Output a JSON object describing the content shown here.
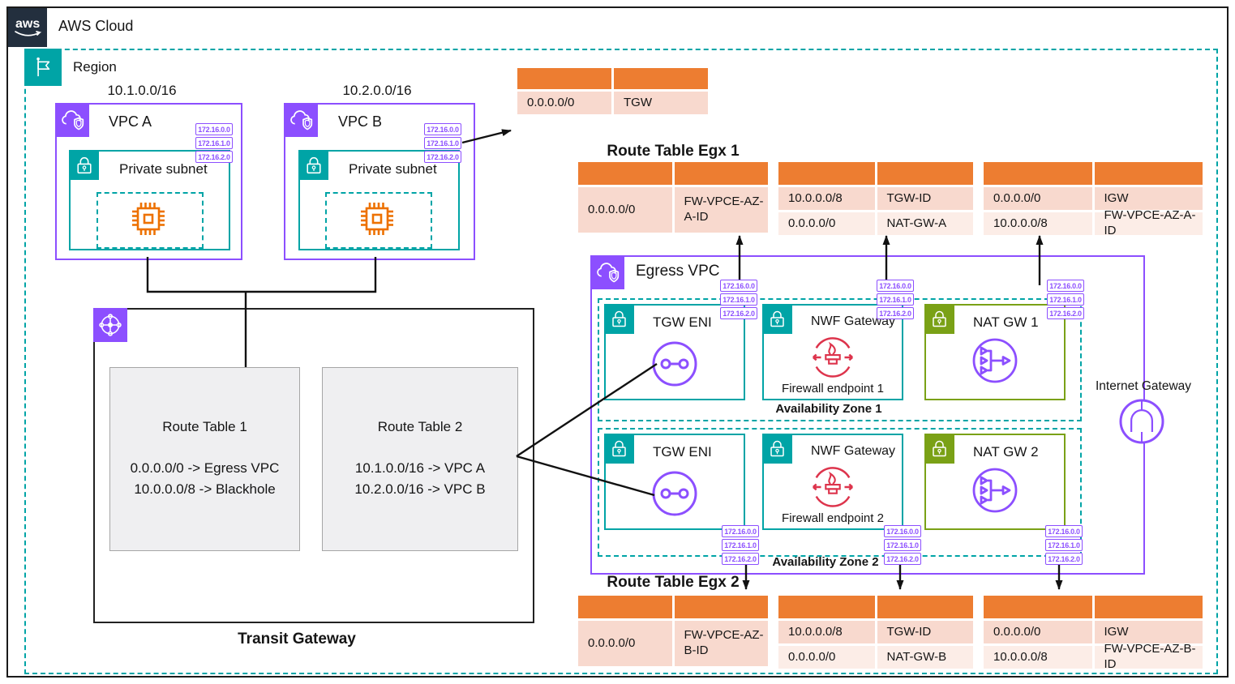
{
  "header": {
    "logo_text": "aws",
    "title": "AWS Cloud"
  },
  "region": {
    "label": "Region"
  },
  "vpc_a": {
    "cidr": "10.1.0.0/16",
    "label": "VPC A",
    "subnet_label": "Private subnet"
  },
  "vpc_b": {
    "cidr": "10.2.0.0/16",
    "label": "VPC B",
    "subnet_label": "Private subnet"
  },
  "cidrs": [
    "172.16.0.0",
    "172.16.1.0",
    "172.16.2.0"
  ],
  "route_tables": {
    "tgw_attach": {
      "rows": [
        [
          "0.0.0.0/0",
          "TGW"
        ]
      ]
    },
    "egx1_title": "Route Table Egx 1",
    "egx1": {
      "rows": [
        [
          "0.0.0.0/0",
          "FW-VPCE-AZ-A-ID"
        ]
      ]
    },
    "az_a": {
      "rows": [
        [
          "10.0.0.0/8",
          "TGW-ID"
        ],
        [
          "0.0.0.0/0",
          "NAT-GW-A"
        ]
      ]
    },
    "igw_a": {
      "rows": [
        [
          "0.0.0.0/0",
          "IGW"
        ],
        [
          "10.0.0.0/8",
          "FW-VPCE-AZ-A-ID"
        ]
      ]
    },
    "egx2_title": "Route Table Egx 2",
    "egx2": {
      "rows": [
        [
          "0.0.0.0/0",
          "FW-VPCE-AZ-B-ID"
        ]
      ]
    },
    "az_b": {
      "rows": [
        [
          "10.0.0.0/8",
          "TGW-ID"
        ],
        [
          "0.0.0.0/0",
          "NAT-GW-B"
        ]
      ]
    },
    "igw_b": {
      "rows": [
        [
          "0.0.0.0/0",
          "IGW"
        ],
        [
          "10.0.0.0/8",
          "FW-VPCE-AZ-B-ID"
        ]
      ]
    }
  },
  "egress_vpc": {
    "label": "Egress VPC",
    "az1": {
      "label": "Availability Zone 1",
      "tgw_eni": "TGW ENI",
      "nwf": "NWF Gateway",
      "firewall": "Firewall endpoint 1",
      "nat": "NAT GW 1"
    },
    "az2": {
      "label": "Availability Zone 2",
      "tgw_eni": "TGW ENI",
      "nwf": "NWF Gateway",
      "firewall": "Firewall endpoint 2",
      "nat": "NAT GW 2"
    }
  },
  "internet_gateway": {
    "label": "Internet Gateway"
  },
  "transit_gateway": {
    "label": "Transit Gateway",
    "rt1": {
      "title": "Route Table 1",
      "routes": [
        "0.0.0.0/0 -> Egress VPC",
        "10.0.0.0/8 -> Blackhole"
      ]
    },
    "rt2": {
      "title": "Route Table 2",
      "routes": [
        "10.1.0.0/16 -> VPC A",
        "10.2.0.0/16 -> VPC B"
      ]
    }
  },
  "colors": {
    "aws_purple": "#8C4FFF",
    "teal": "#00A4A6",
    "olive_green": "#7AA116",
    "red": "#DD344C",
    "compute_orange": "#ED7100",
    "table_header_orange": "#ED7D31",
    "table_row_pink": "#F8D9CE",
    "table_row_light_pink": "#FCEDE7",
    "navy": "#232F3E"
  }
}
